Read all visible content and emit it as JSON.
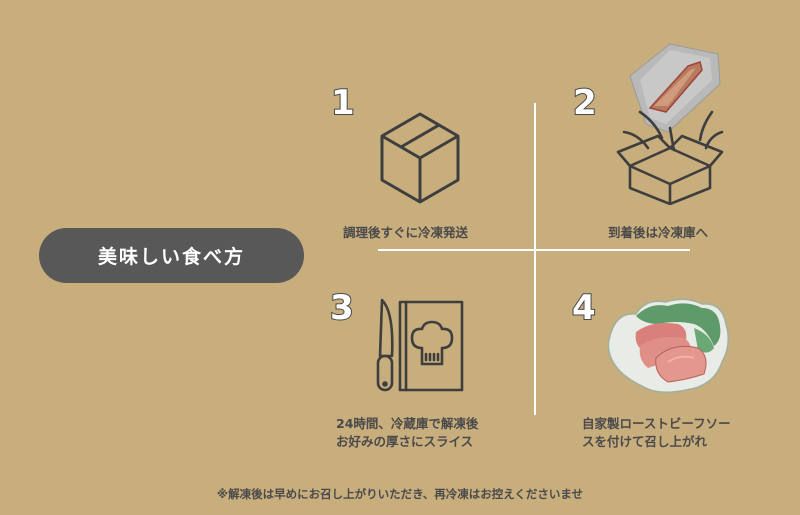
{
  "badge": {
    "label": "美味しい食べ方"
  },
  "colors": {
    "background": "#c8ad7d",
    "badge": "#585858",
    "text": "#4a4a4a",
    "divider": "#ffffff"
  },
  "steps": [
    {
      "number": "1",
      "icon": "cardboard-box-icon",
      "caption_lines": [
        "調理後すぐに冷凍発送"
      ]
    },
    {
      "number": "2",
      "icon": "open-box-with-vacuum-packed-beef-icon",
      "caption_lines": [
        "到着後は冷凍庫へ"
      ]
    },
    {
      "number": "3",
      "icon": "knife-and-recipe-book-icon",
      "caption_lines": [
        "24時間、冷蔵庫で解凍後",
        "お好みの厚さにスライス"
      ]
    },
    {
      "number": "4",
      "icon": "roast-beef-plate-icon",
      "caption_lines": [
        "自家製ローストビーフソー",
        "スを付けて召し上がれ"
      ]
    }
  ],
  "footnote": "※解凍後は早めにお召し上がりいただき、再冷凍はお控えくださいませ"
}
